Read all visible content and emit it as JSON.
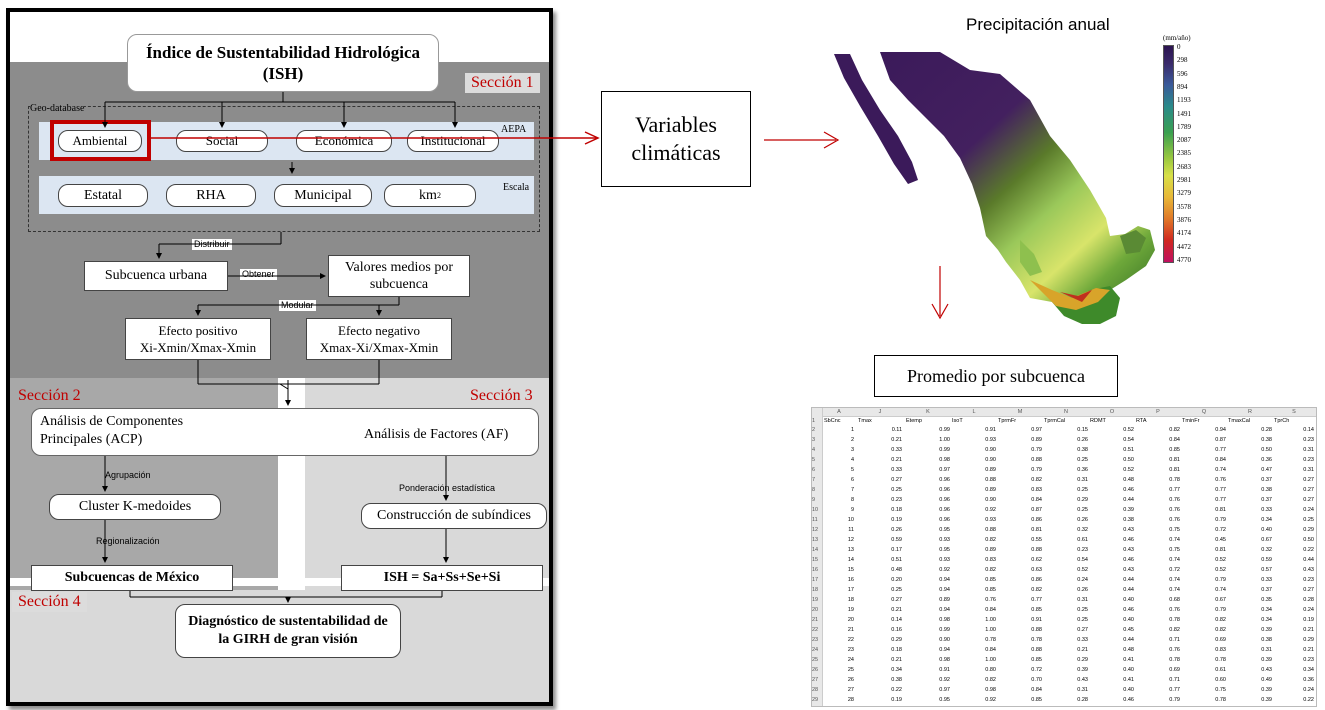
{
  "flowchart": {
    "title_line1": "Índice de Sustentabilidad Hidrológica",
    "title_line2": "(ISH)",
    "section1": "Sección 1",
    "section2": "Sección 2",
    "section3": "Sección 3",
    "section4": "Sección 4",
    "geodatabase": "Geo-database",
    "aepa": "AEPA",
    "escala": "Escala",
    "aepa_items": [
      "Ambiental",
      "Social",
      "Económica",
      "Institucional"
    ],
    "scale_items": [
      "Estatal",
      "RHA",
      "Municipal",
      "km",
      "2"
    ],
    "distribuir": "Distribuir",
    "subcuenca_urbana": "Subcuenca urbana",
    "obtener": "Obtener",
    "valores_medios_line1": "Valores medios por",
    "valores_medios_line2": "subcuenca",
    "modular": "Modular",
    "efecto_positivo_line1": "Efecto positivo",
    "efecto_positivo_line2": "Xi-Xmin/Xmax-Xmin",
    "efecto_negativo_line1": "Efecto negativo",
    "efecto_negativo_line2": "Xmax-Xi/Xmax-Xmin",
    "acp_line1": "Análisis de Componentes",
    "acp_line2": "Principales (ACP)",
    "af": "Análisis de Factores (AF)",
    "agrupacion": "Agrupación",
    "cluster": "Cluster K-medoides",
    "regionalizacion": "Regionalización",
    "subcuencas_mexico": "Subcuencas de México",
    "ponderacion": "Ponderación estadística",
    "construccion": "Construcción de subíndices",
    "ish_formula": "ISH = Sa+Ss+Se+Si",
    "diagnostico_line1": "Diagnóstico de sustentabilidad de",
    "diagnostico_line2": "la GIRH de gran visión"
  },
  "variables_box": {
    "line1": "Variables",
    "line2": "climáticas"
  },
  "map": {
    "title": "Precipitación anual",
    "legend_unit": "(mm/año)",
    "legend_ticks": [
      "0",
      "298",
      "596",
      "894",
      "1193",
      "1491",
      "1789",
      "2087",
      "2385",
      "2683",
      "2981",
      "3279",
      "3578",
      "3876",
      "4174",
      "4472",
      "4770"
    ]
  },
  "promedio_box": {
    "label": "Promedio por subcuenca"
  },
  "colors": {
    "section_red": "#c00000",
    "highlight_red": "#c00000",
    "dark_gray": "#8c8c8c",
    "mid_gray": "#a8a8a8",
    "light_gray": "#d9d9d9",
    "aepa_band": "#dce6f2"
  },
  "table": {
    "col_letters": [
      "A",
      "J",
      "K",
      "L",
      "M",
      "N",
      "O",
      "P",
      "Q",
      "R",
      "S"
    ],
    "headers": [
      "SbCnc",
      "Tmax",
      "Etemp",
      "IsoT",
      "TprmFr",
      "TprmCal",
      "RDMT",
      "RTA",
      "TminFr",
      "TmaxCal",
      "TprCh"
    ],
    "rows": [
      [
        "1",
        "0.11",
        "0.99",
        "0.91",
        "0.97",
        "0.15",
        "0.52",
        "0.82",
        "0.94",
        "0.28",
        "0.14"
      ],
      [
        "2",
        "0.21",
        "1.00",
        "0.93",
        "0.89",
        "0.26",
        "0.54",
        "0.84",
        "0.87",
        "0.38",
        "0.23"
      ],
      [
        "3",
        "0.33",
        "0.99",
        "0.90",
        "0.79",
        "0.38",
        "0.51",
        "0.85",
        "0.77",
        "0.50",
        "0.31"
      ],
      [
        "4",
        "0.21",
        "0.98",
        "0.90",
        "0.88",
        "0.25",
        "0.50",
        "0.81",
        "0.84",
        "0.36",
        "0.23"
      ],
      [
        "5",
        "0.33",
        "0.97",
        "0.89",
        "0.79",
        "0.36",
        "0.52",
        "0.81",
        "0.74",
        "0.47",
        "0.31"
      ],
      [
        "6",
        "0.27",
        "0.96",
        "0.88",
        "0.82",
        "0.31",
        "0.48",
        "0.78",
        "0.76",
        "0.37",
        "0.27"
      ],
      [
        "7",
        "0.25",
        "0.96",
        "0.89",
        "0.83",
        "0.25",
        "0.46",
        "0.77",
        "0.77",
        "0.38",
        "0.27"
      ],
      [
        "8",
        "0.23",
        "0.96",
        "0.90",
        "0.84",
        "0.29",
        "0.44",
        "0.76",
        "0.77",
        "0.37",
        "0.27"
      ],
      [
        "9",
        "0.18",
        "0.96",
        "0.92",
        "0.87",
        "0.25",
        "0.39",
        "0.76",
        "0.81",
        "0.33",
        "0.24"
      ],
      [
        "10",
        "0.19",
        "0.96",
        "0.93",
        "0.86",
        "0.26",
        "0.38",
        "0.76",
        "0.79",
        "0.34",
        "0.25"
      ],
      [
        "11",
        "0.26",
        "0.95",
        "0.88",
        "0.81",
        "0.32",
        "0.43",
        "0.75",
        "0.72",
        "0.40",
        "0.29"
      ],
      [
        "12",
        "0.59",
        "0.93",
        "0.82",
        "0.55",
        "0.61",
        "0.46",
        "0.74",
        "0.45",
        "0.67",
        "0.50"
      ],
      [
        "13",
        "0.17",
        "0.95",
        "0.89",
        "0.88",
        "0.23",
        "0.43",
        "0.75",
        "0.81",
        "0.32",
        "0.22"
      ],
      [
        "14",
        "0.51",
        "0.93",
        "0.83",
        "0.62",
        "0.54",
        "0.46",
        "0.74",
        "0.52",
        "0.59",
        "0.44"
      ],
      [
        "15",
        "0.48",
        "0.92",
        "0.82",
        "0.63",
        "0.52",
        "0.43",
        "0.72",
        "0.52",
        "0.57",
        "0.43"
      ],
      [
        "16",
        "0.20",
        "0.94",
        "0.85",
        "0.86",
        "0.24",
        "0.44",
        "0.74",
        "0.79",
        "0.33",
        "0.23"
      ],
      [
        "17",
        "0.25",
        "0.94",
        "0.85",
        "0.82",
        "0.26",
        "0.44",
        "0.74",
        "0.74",
        "0.37",
        "0.27"
      ],
      [
        "18",
        "0.27",
        "0.89",
        "0.76",
        "0.77",
        "0.31",
        "0.40",
        "0.68",
        "0.67",
        "0.35",
        "0.28"
      ],
      [
        "19",
        "0.21",
        "0.94",
        "0.84",
        "0.85",
        "0.25",
        "0.46",
        "0.76",
        "0.79",
        "0.34",
        "0.24"
      ],
      [
        "20",
        "0.14",
        "0.98",
        "1.00",
        "0.91",
        "0.25",
        "0.40",
        "0.78",
        "0.82",
        "0.34",
        "0.19"
      ],
      [
        "21",
        "0.16",
        "0.99",
        "1.00",
        "0.88",
        "0.27",
        "0.45",
        "0.82",
        "0.82",
        "0.39",
        "0.21"
      ],
      [
        "22",
        "0.29",
        "0.90",
        "0.78",
        "0.78",
        "0.33",
        "0.44",
        "0.71",
        "0.69",
        "0.38",
        "0.29"
      ],
      [
        "23",
        "0.18",
        "0.94",
        "0.84",
        "0.88",
        "0.21",
        "0.48",
        "0.76",
        "0.83",
        "0.31",
        "0.21"
      ],
      [
        "24",
        "0.21",
        "0.98",
        "1.00",
        "0.85",
        "0.29",
        "0.41",
        "0.78",
        "0.78",
        "0.39",
        "0.23"
      ],
      [
        "25",
        "0.34",
        "0.91",
        "0.80",
        "0.72",
        "0.39",
        "0.40",
        "0.69",
        "0.61",
        "0.43",
        "0.34"
      ],
      [
        "26",
        "0.38",
        "0.92",
        "0.82",
        "0.70",
        "0.43",
        "0.41",
        "0.71",
        "0.60",
        "0.49",
        "0.36"
      ],
      [
        "27",
        "0.22",
        "0.97",
        "0.98",
        "0.84",
        "0.31",
        "0.40",
        "0.77",
        "0.75",
        "0.39",
        "0.24"
      ],
      [
        "28",
        "0.19",
        "0.95",
        "0.92",
        "0.85",
        "0.28",
        "0.46",
        "0.79",
        "0.78",
        "0.39",
        "0.22"
      ]
    ]
  }
}
